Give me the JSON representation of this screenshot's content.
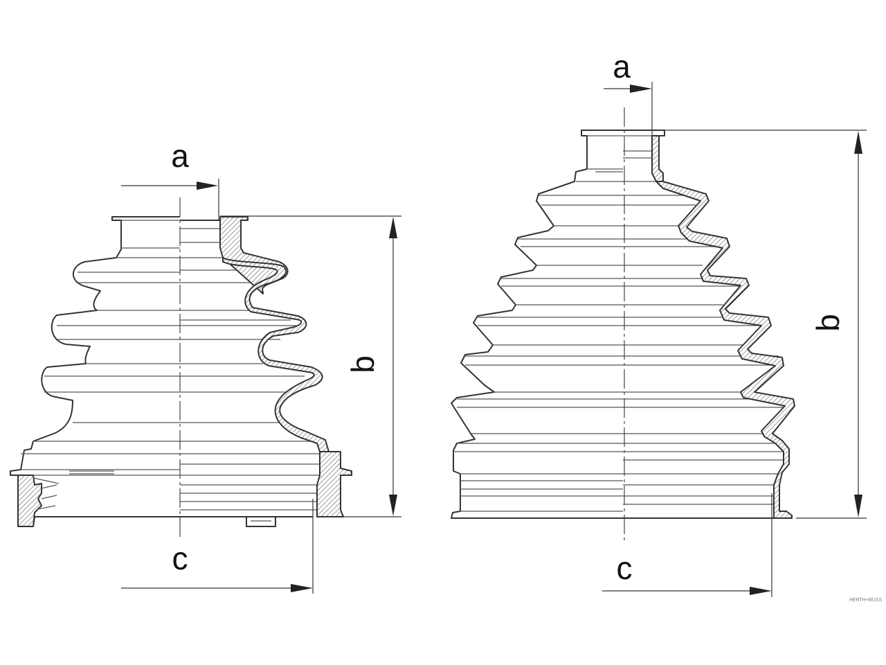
{
  "labels": {
    "left": {
      "a": "a",
      "b": "b",
      "c": "c"
    },
    "right": {
      "a": "a",
      "b": "b",
      "c": "c"
    }
  },
  "brand": "HERTH+BUSS",
  "colors": {
    "line": "#333333",
    "background": "#ffffff"
  }
}
